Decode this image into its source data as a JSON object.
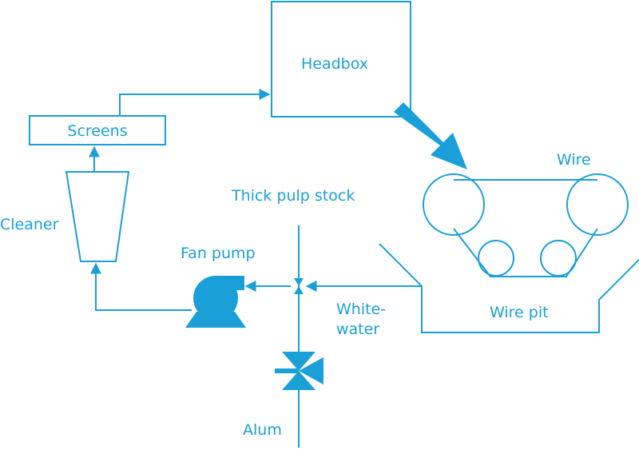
{
  "labels": {
    "headbox": "Headbox",
    "screens": "Screens",
    "cleaner": "Cleaner",
    "wire": "Wire",
    "thick_pulp_stock": "Thick pulp stock",
    "fan_pump": "Fan pump",
    "white_water_line1": "White-",
    "white_water_line2": "water",
    "wire_pit": "Wire pit",
    "alum": "Alum"
  },
  "colors": {
    "line": "#1a9fd9",
    "fill": "#1a9fd9",
    "background": "#ffffff"
  }
}
